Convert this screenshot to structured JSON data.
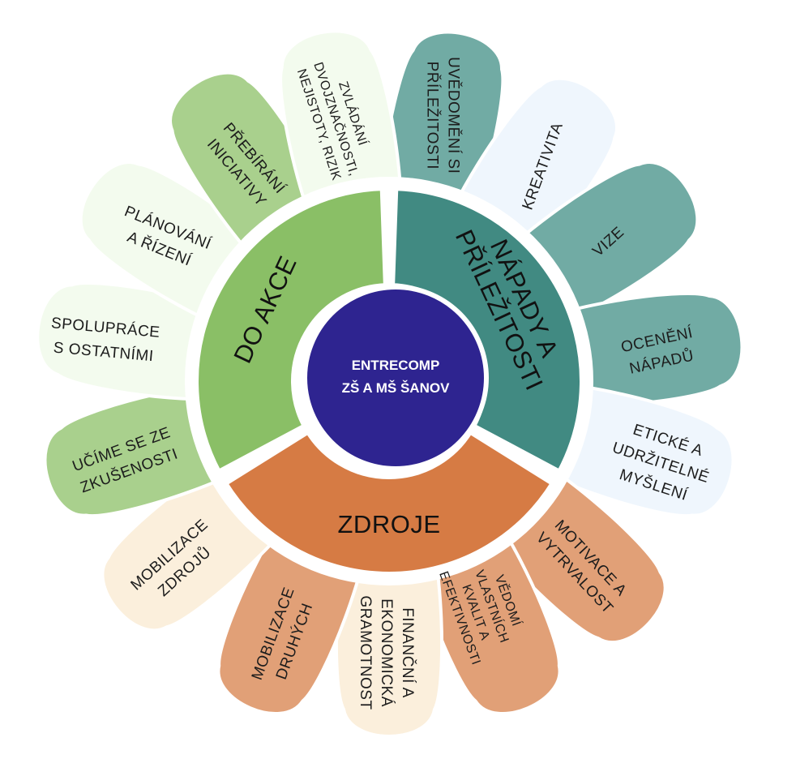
{
  "colors": {
    "green_dark": "#8abf66",
    "green_mid": "#a9d08d",
    "green_pale": "#f3fbee",
    "teal_dark": "#418a82",
    "teal_mid": "#71aba4",
    "blue_pale": "#eff6fd",
    "orange_dark": "#d67b44",
    "orange_mid": "#e1a077",
    "orange_pale": "#fbefdc",
    "center": "#2e2490",
    "ring_bg": "#ffffff"
  },
  "center": {
    "line1": "ENTRECOMP",
    "line2": "ZŠ A MŠ ŠANOV"
  },
  "areas": [
    {
      "id": "napady",
      "lines": [
        "NÁPADY A",
        "PŘÍLEŽITOSTI"
      ]
    },
    {
      "id": "zdroje",
      "lines": [
        "ZDROJE"
      ]
    },
    {
      "id": "do-akce",
      "lines": [
        "DO AKCE"
      ]
    }
  ],
  "petals": [
    {
      "id": "uvedomeni",
      "lines": [
        "UVĚDOMĚNÍ SI",
        "PŘÍLEŽITOSTI"
      ]
    },
    {
      "id": "kreativita",
      "lines": [
        "KREATIVITA"
      ]
    },
    {
      "id": "vize",
      "lines": [
        "VIZE"
      ]
    },
    {
      "id": "oceneni",
      "lines": [
        "OCENĚNÍ",
        "NÁPADŮ"
      ]
    },
    {
      "id": "eticke",
      "lines": [
        "ETICKÉ A",
        "UDRŽITELNÉ",
        "MYŠLENÍ"
      ]
    },
    {
      "id": "motivace",
      "lines": [
        "MOTIVACE A",
        "VYTRVALOST"
      ]
    },
    {
      "id": "vedomi",
      "lines": [
        "VĚDOMÍ",
        "VLASTNÍCH",
        "KVALIT A",
        "EFEKTIVNOSTI"
      ]
    },
    {
      "id": "financni",
      "lines": [
        "FINANČNÍ A",
        "EKONOMICKÁ",
        "GRAMOTNOST"
      ]
    },
    {
      "id": "mobilizace-druhych",
      "lines": [
        "MOBILIZACE",
        "DRUHÝCH"
      ]
    },
    {
      "id": "mobilizace-zdroju",
      "lines": [
        "MOBILIZACE",
        "ZDROJŮ"
      ]
    },
    {
      "id": "ucime",
      "lines": [
        "UČÍME SE ZE",
        "ZKUŠENOSTI"
      ]
    },
    {
      "id": "spoluprace",
      "lines": [
        "SPOLUPRÁCE",
        "S OSTATNÍMI"
      ]
    },
    {
      "id": "planovani",
      "lines": [
        "PLÁNOVÁNÍ",
        "A ŘÍZENÍ"
      ]
    },
    {
      "id": "prebirani",
      "lines": [
        "PŘEBÍRÁNÍ",
        "INICIATIVY"
      ]
    },
    {
      "id": "zvladani",
      "lines": [
        "ZVLÁDÁNÍ",
        "DVOJZNAČNOSTI,",
        "NEJISTOTY, RIZIK"
      ]
    }
  ]
}
